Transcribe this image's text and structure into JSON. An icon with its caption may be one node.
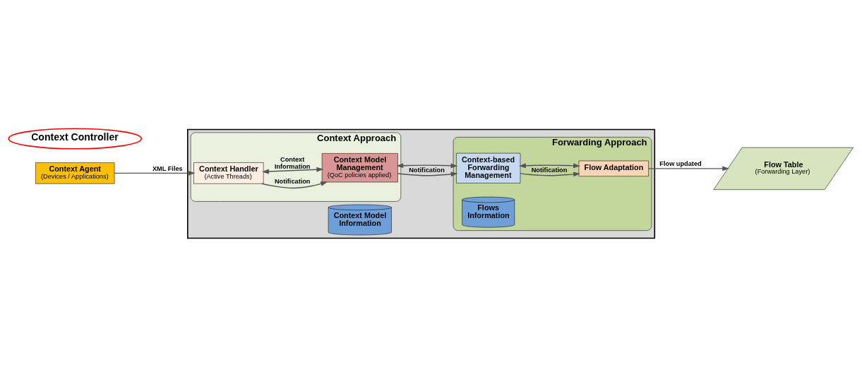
{
  "diagram": {
    "nodes": [
      {
        "text": [],
        "shape": "box"
      },
      {
        "text": [
          "Context Approach"
        ],
        "in": 0
      },
      {
        "text": [
          "Context Handler",
          "(Active Threads)"
        ],
        "in": 1
      },
      {
        "text": [
          "Context Model Management",
          "(QoC policies applied)"
        ],
        "in": 1
      },
      {
        "text": [
          "Context Model Information"
        ],
        "in": 0
      },
      {
        "text": [
          "Forwarding Approach"
        ],
        "in": 0
      },
      {
        "text": [
          "Context-based Forwarding Management"
        ],
        "in": 5
      },
      {
        "text": [
          "Flow Adaptation"
        ],
        "in": 5
      },
      {
        "text": [
          "Flows Information"
        ],
        "in": 5
      },
      {
        "text": [
          "Context Agent",
          "(Devices / Applications)"
        ]
      },
      {
        "text": [
          "Flow Table",
          "(Forwarding Layer)"
        ]
      }
    ],
    "edges": [
      {
        "from": 2,
        "to": 3,
        "arrow": "to",
        "label": "Notification"
      },
      {
        "from": 2,
        "to": 3,
        "arrow": "both",
        "label": "Context Information"
      },
      {
        "from": 3,
        "to": 6,
        "arrow": "to",
        "label": "Notification"
      },
      {
        "from": 3,
        "to": 6,
        "arrow": "both"
      },
      {
        "from": 6,
        "to": 7,
        "arrow": "to",
        "label": "Notification"
      },
      {
        "from": 6,
        "to": 7,
        "arrow": "both"
      },
      {
        "from": 9,
        "to": 2,
        "arrow": "to",
        "label": "XML Files"
      },
      {
        "from": 7,
        "to": 10,
        "arrow": "to",
        "label": "Flow updated"
      }
    ],
    "labels": [
      "Context Controller"
    ]
  }
}
